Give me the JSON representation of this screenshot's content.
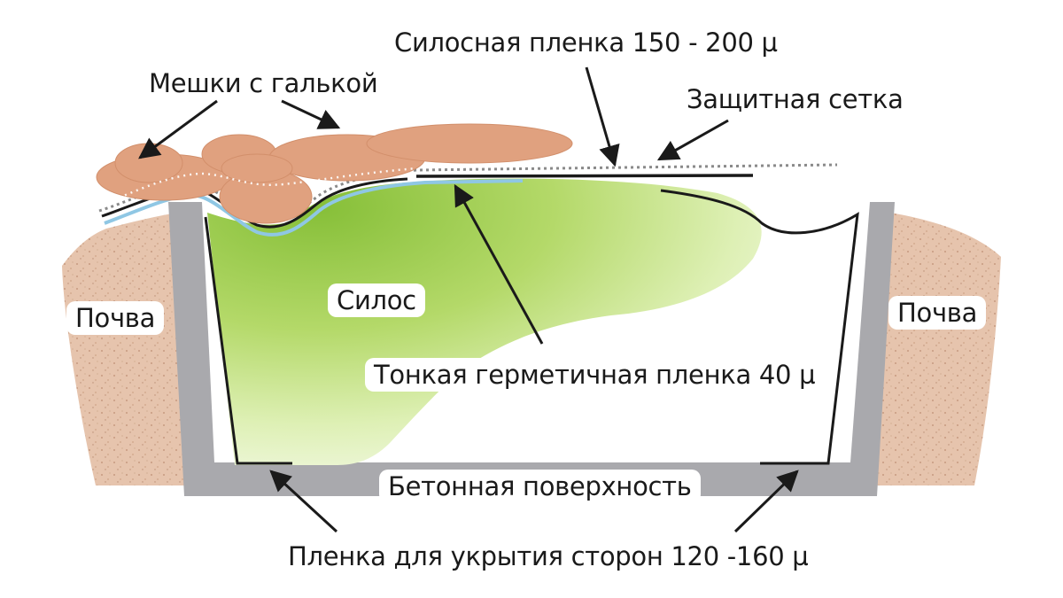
{
  "labels": {
    "silage_film": "Силосная пленка 150 - 200 µ",
    "gravel_bags": "Мешки с галькой",
    "protective_net": "Защитная сетка",
    "soil_left": "Почва",
    "soil_right": "Почва",
    "silage": "Силос",
    "thin_film": "Тонкая герметичная пленка 40 µ",
    "concrete": "Бетонная поверхность",
    "side_film": "Пленка для укрытия сторон 120 -160 µ"
  },
  "colors": {
    "soil": "#e6c4ad",
    "wall": "#a9a9ad",
    "silage_dark": "#8dc63f",
    "bags": "#e0a17f",
    "film": "#1a1a1a",
    "thin_film": "#8fc7e4"
  }
}
